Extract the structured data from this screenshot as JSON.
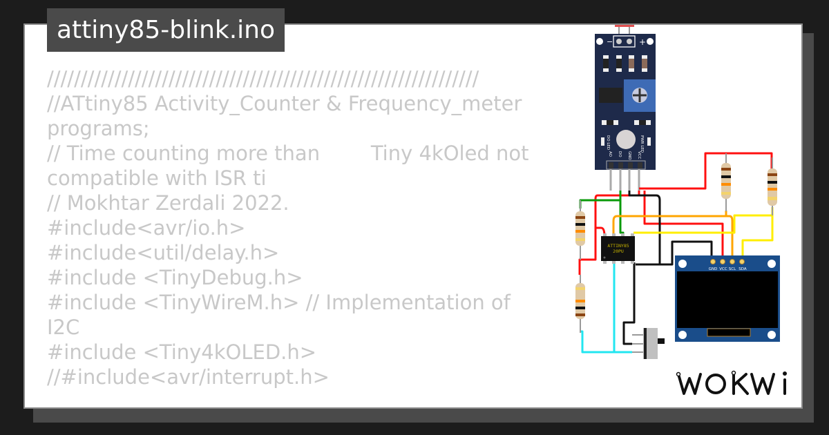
{
  "title": "attiny85-blink.ino",
  "code_lines": [
    "////////////////////////////////////////////////////////////////",
    "//ATtiny85 Activity_Counter & Frequency_meter programs;",
    "// Time counting more than        Tiny 4kOled not compatible with ISR ti",
    "// Mokhtar Zerdali 2022.",
    "#include<avr/io.h>",
    "#include<util/delay.h>",
    "#include <TinyDebug.h>",
    "#include <TinyWireM.h> // Implementation of I2C",
    "#include <Tiny4kOLED.h>",
    "//#include<avr/interrupt.h>"
  ],
  "circuit": {
    "sensor": {
      "pins": [
        "AO",
        "DO",
        "GND",
        "VCC"
      ],
      "leds": [
        "DO LED",
        "PWR LED"
      ],
      "minus": "−",
      "plus": "+"
    },
    "chip": {
      "line1": "ATTINY85",
      "line2": "20PU"
    },
    "oled": {
      "pins": [
        "GND",
        "VCC",
        "SCL",
        "SDA"
      ]
    }
  },
  "logo": "WOKWI",
  "colors": {
    "background": "#1c1c1c",
    "card": "#ffffff",
    "title_bg": "#4a4a4a",
    "code_text": "#c8c8c8",
    "sensor_board": "#1e2a4a",
    "oled_board": "#1a4d8a"
  }
}
